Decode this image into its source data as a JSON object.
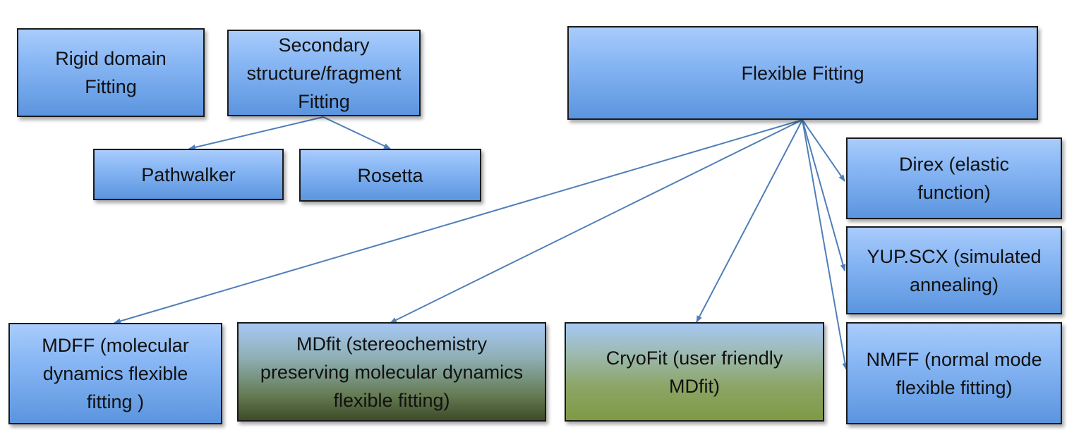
{
  "diagram": {
    "nodes": {
      "rigid": "Rigid domain\nFitting",
      "secondary": "Secondary\nstructure/fragment\nFitting",
      "flexible": "Flexible Fitting",
      "pathwalker": "Pathwalker",
      "rosetta": "Rosetta",
      "direx": "Direx (elastic\nfunction)",
      "yup": "YUP.SCX (simulated\nannealing)",
      "nmff": "NMFF (normal mode\nflexible fitting)",
      "mdff": "MDFF (molecular\ndynamics flexible\nfitting )",
      "mdfit": "MDfit (stereochemistry\npreserving molecular dynamics\nflexible fitting)",
      "cryofit": "CryoFit (user friendly\nMDfit)"
    },
    "edges": [
      {
        "from": "secondary",
        "to": "pathwalker"
      },
      {
        "from": "secondary",
        "to": "rosetta"
      },
      {
        "from": "flexible",
        "to": "mdff"
      },
      {
        "from": "flexible",
        "to": "mdfit"
      },
      {
        "from": "flexible",
        "to": "cryofit"
      },
      {
        "from": "flexible",
        "to": "direx"
      },
      {
        "from": "flexible",
        "to": "yup"
      },
      {
        "from": "flexible",
        "to": "nmff"
      }
    ],
    "colors": {
      "node_blue": "#8ab8f5",
      "node_olive": "#3d4b29",
      "node_green": "#7e9a44",
      "arrow": "#4f7fb8",
      "border": "#1a1a1a"
    }
  }
}
